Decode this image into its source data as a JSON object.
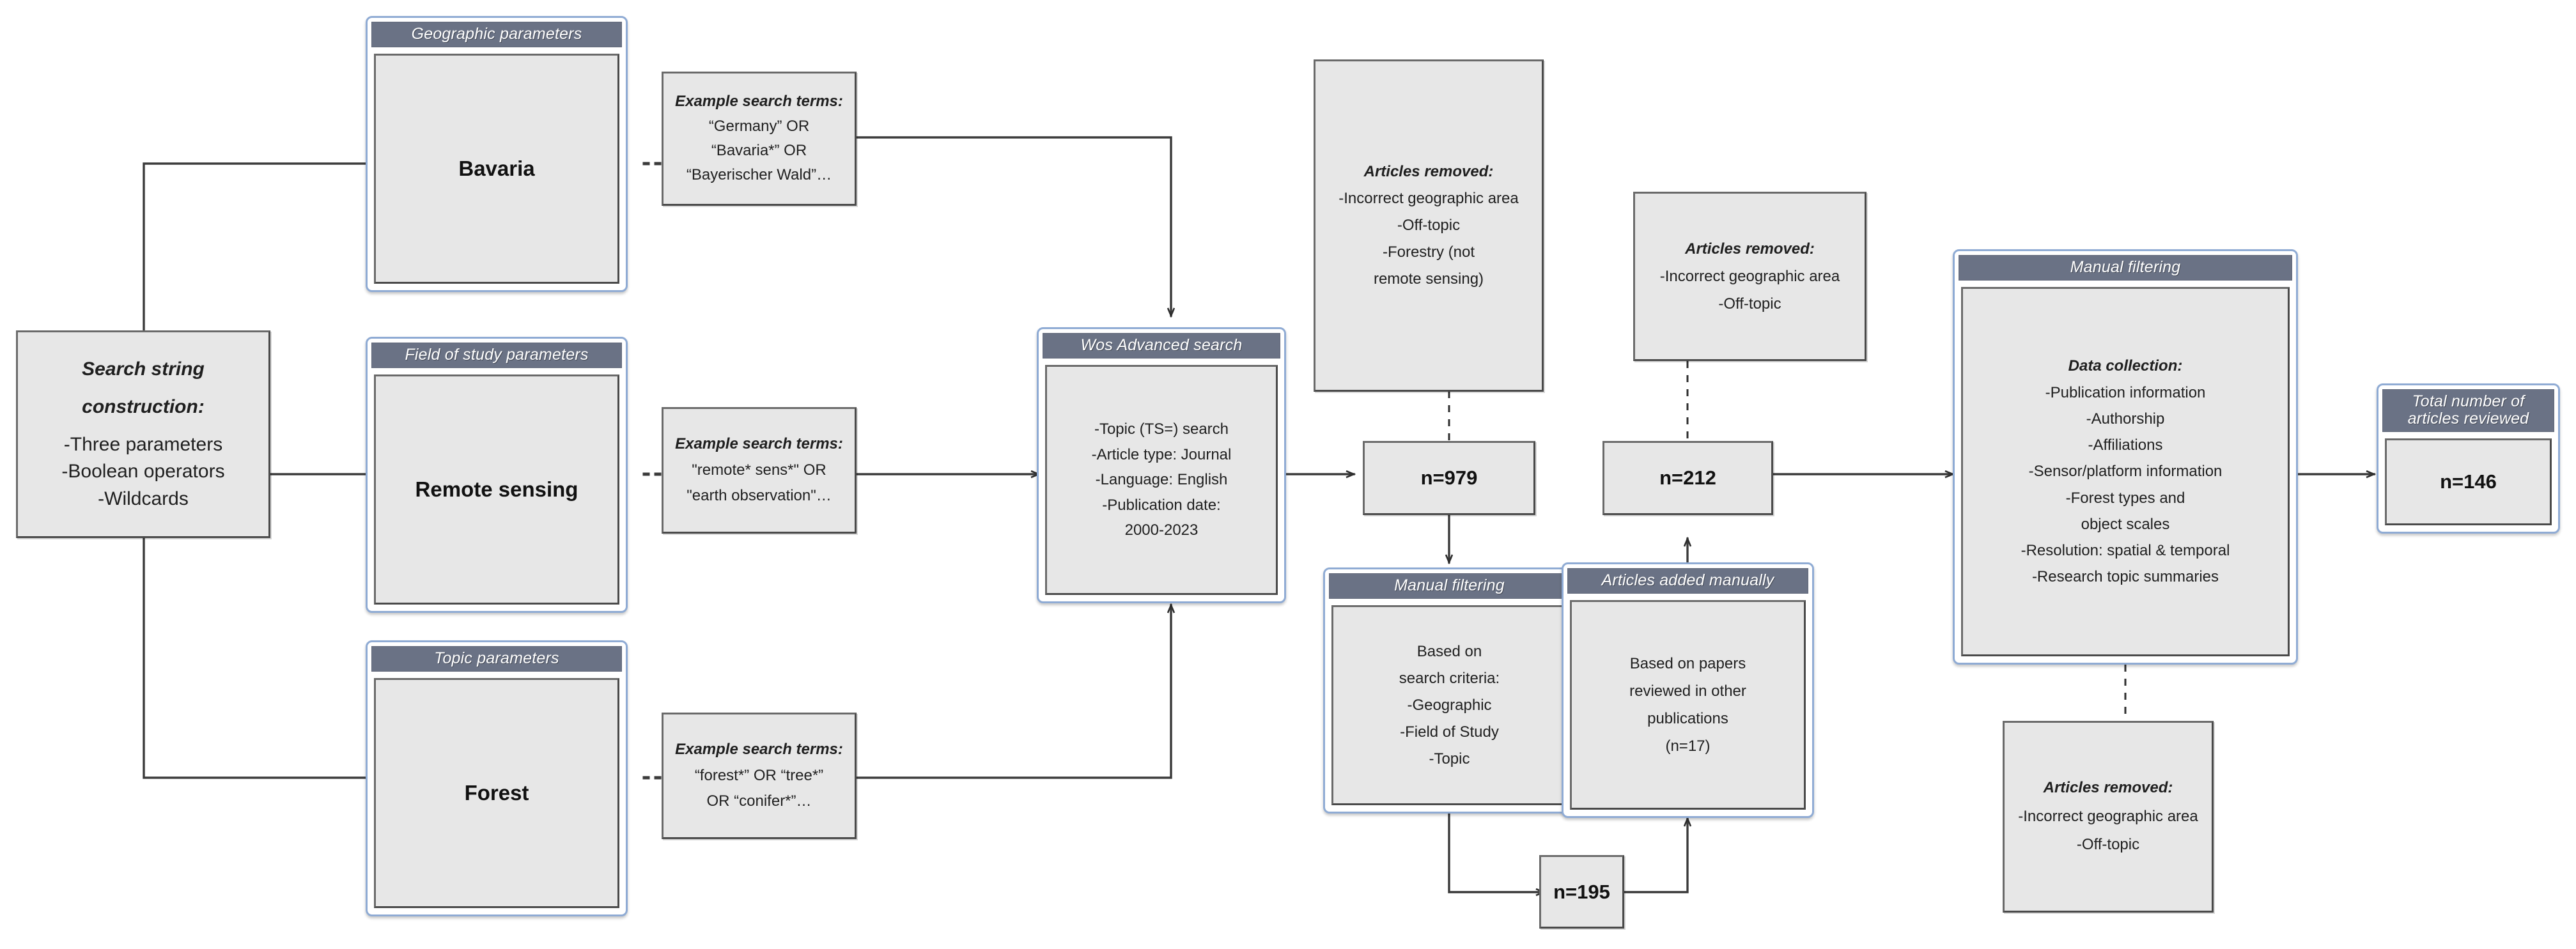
{
  "nodes": {
    "search_string": {
      "title": "Search string",
      "title2": "construction:",
      "lines": [
        "-Three parameters",
        "-Boolean operators",
        "-Wildcards"
      ]
    },
    "geographic": {
      "header": "Geographic parameters",
      "body": "Bavaria"
    },
    "field_of_study": {
      "header": "Field of study parameters",
      "body": "Remote sensing"
    },
    "topic": {
      "header": "Topic parameters",
      "body": "Forest"
    },
    "terms_geo": {
      "title": "Example search terms:",
      "lines": [
        "“Germany” OR",
        "“Bavaria*” OR",
        "“Bayerischer Wald”…"
      ]
    },
    "terms_fos": {
      "title": "Example search terms:",
      "lines": [
        "\"remote* sens*\" OR",
        "\"earth observation\"…"
      ]
    },
    "terms_topic": {
      "title": "Example search terms:",
      "lines": [
        "“forest*” OR “tree*”",
        "OR “conifer*”…"
      ]
    },
    "wos": {
      "header": "Wos Advanced search",
      "lines": [
        "-Topic (TS=) search",
        "-Article type: Journal",
        "-Language: English",
        "-Publication date:",
        "2000-2023"
      ]
    },
    "removed_1": {
      "title": "Articles removed:",
      "lines": [
        "-Incorrect geographic area",
        "-Off-topic",
        "-Forestry (not",
        "remote sensing)"
      ]
    },
    "removed_2": {
      "title": "Articles removed:",
      "lines": [
        "-Incorrect geographic area",
        "-Off-topic"
      ]
    },
    "removed_3": {
      "title": "Articles removed:",
      "lines": [
        "-Incorrect geographic area",
        "-Off-topic"
      ]
    },
    "n979": {
      "label": "n=979"
    },
    "n195": {
      "label": "n=195"
    },
    "n212": {
      "label": "n=212"
    },
    "manual_filter_1": {
      "header": "Manual filtering",
      "lines": [
        "Based on",
        "search criteria:",
        "-Geographic",
        "-Field of Study",
        "-Topic"
      ]
    },
    "added_manually": {
      "header": "Articles added manually",
      "lines": [
        "Based on papers",
        "reviewed in other",
        "publications",
        "(n=17)"
      ]
    },
    "manual_filter_2": {
      "header": "Manual filtering",
      "title": "Data collection:",
      "lines": [
        "-Publication information",
        "-Authorship",
        "-Affiliations",
        "-Sensor/platform information",
        "-Forest types and",
        "object scales",
        "-Resolution: spatial & temporal",
        "-Research topic summaries"
      ]
    },
    "total": {
      "header_l1": "Total number of",
      "header_l2": "articles reviewed",
      "body": "n=146"
    }
  },
  "colors": {
    "frame_blue": "#8fabd4",
    "header_grey": "#6a7285",
    "box_fill": "#e7e7e7",
    "box_border": "#4a4a4a",
    "connector": "#3a3a3a"
  }
}
